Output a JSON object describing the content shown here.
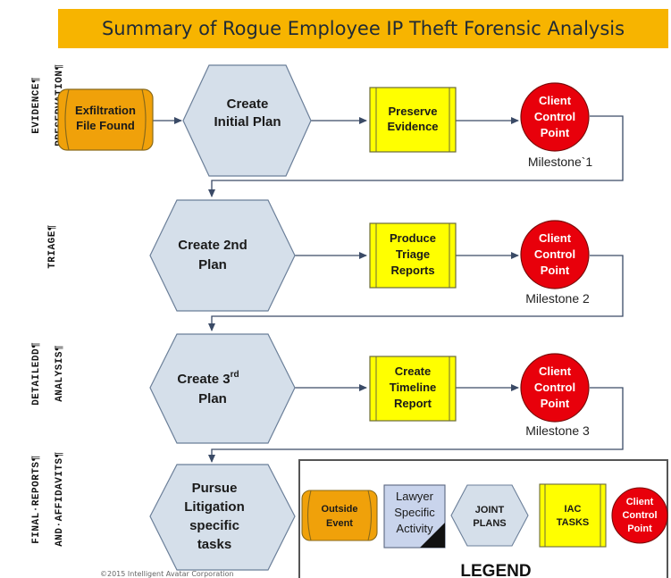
{
  "title": "Summary of Rogue Employee IP Theft Forensic Analysis",
  "lanes": [
    {
      "line1": "EVIDENCE¶",
      "line2": "PRESERVATION¶"
    },
    {
      "line1": "TRIAGE¶",
      "line2": ""
    },
    {
      "line1": "DETAILEDD¶",
      "line2": "ANALYSIS¶"
    },
    {
      "line1": "FINAL·REPORTS¶",
      "line2": "AND·AFFIDAVITS¶"
    }
  ],
  "start_event": {
    "line1": "Exfiltration",
    "line2": "File Found"
  },
  "plans": [
    {
      "line1": "Create",
      "line2": "Initial Plan"
    },
    {
      "line1": "Create 2nd",
      "line2": "Plan"
    },
    {
      "line1": "Create 3",
      "sup": "rd",
      "line2": "Plan"
    },
    {
      "line1": "Pursue",
      "line2": "Litigation",
      "line3": "specific",
      "line4": "tasks"
    }
  ],
  "tasks": [
    {
      "line1": "Preserve",
      "line2": "Evidence"
    },
    {
      "line1": "Produce",
      "line2": "Triage",
      "line3": "Reports"
    },
    {
      "line1": "Create",
      "line2": "Timeline",
      "line3": "Report"
    }
  ],
  "control_points": [
    {
      "line1": "Client",
      "line2": "Control",
      "line3": "Point",
      "milestone": "Milestone`1"
    },
    {
      "line1": "Client",
      "line2": "Control",
      "line3": "Point",
      "milestone": "Milestone 2"
    },
    {
      "line1": "Client",
      "line2": "Control",
      "line3": "Point",
      "milestone": "Milestone 3"
    }
  ],
  "legend": {
    "title": "LEGEND",
    "outside_event": {
      "line1": "Outside",
      "line2": "Event"
    },
    "lawyer": {
      "line1": "Lawyer",
      "line2": "Specific",
      "line3": "Activity"
    },
    "joint": {
      "line1": "JOINT",
      "line2": "PLANS"
    },
    "iac": {
      "line1": "IAC",
      "line2": "TASKS"
    },
    "client": {
      "line1": "Client",
      "line2": "Control",
      "line3": "Point"
    }
  },
  "copyright": "©2015 Intelligent Avatar Corporation",
  "colors": {
    "title_bg": "#f7b400",
    "event_fill": "#f0a10a",
    "plan_fill": "#d5dfea",
    "task_fill": "#ffff00",
    "control_fill": "#e8000b",
    "lawyer_fill": "#c9d4ec"
  }
}
